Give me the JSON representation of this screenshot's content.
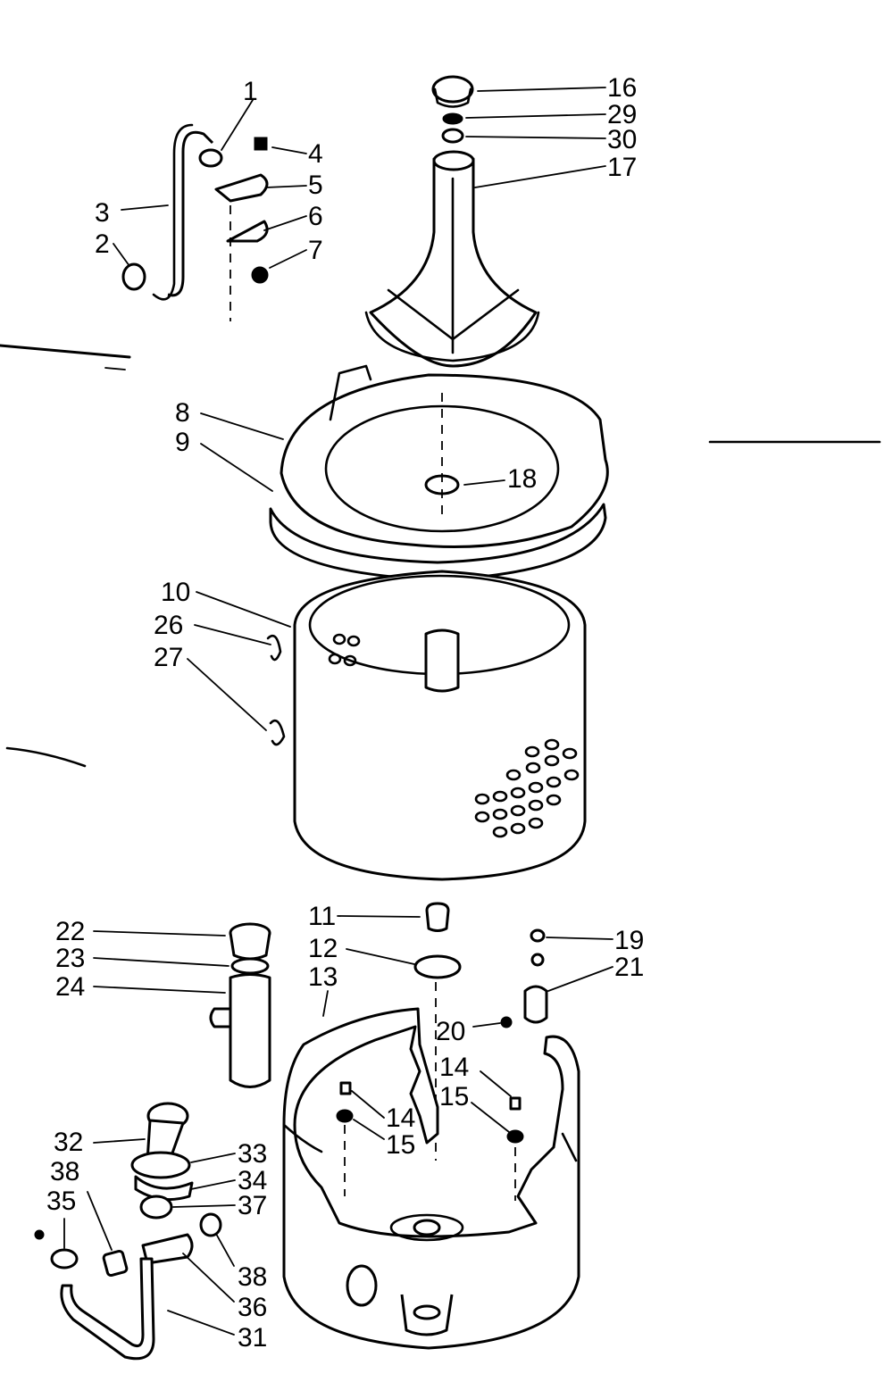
{
  "callouts": {
    "c1": "1",
    "c2": "2",
    "c3": "3",
    "c4": "4",
    "c5": "5",
    "c6": "6",
    "c7": "7",
    "c8": "8",
    "c9": "9",
    "c10": "10",
    "c11": "11",
    "c12": "12",
    "c13": "13",
    "c14a": "14",
    "c14b": "14",
    "c15a": "15",
    "c15b": "15",
    "c16": "16",
    "c17": "17",
    "c18": "18",
    "c19": "19",
    "c20": "20",
    "c21": "21",
    "c22": "22",
    "c23": "23",
    "c24": "24",
    "c26": "26",
    "c27": "27",
    "c29": "29",
    "c30": "30",
    "c31": "31",
    "c32": "32",
    "c33": "33",
    "c34": "34",
    "c35": "35",
    "c36": "36",
    "c37": "37",
    "c38a": "38",
    "c38b": "38"
  }
}
